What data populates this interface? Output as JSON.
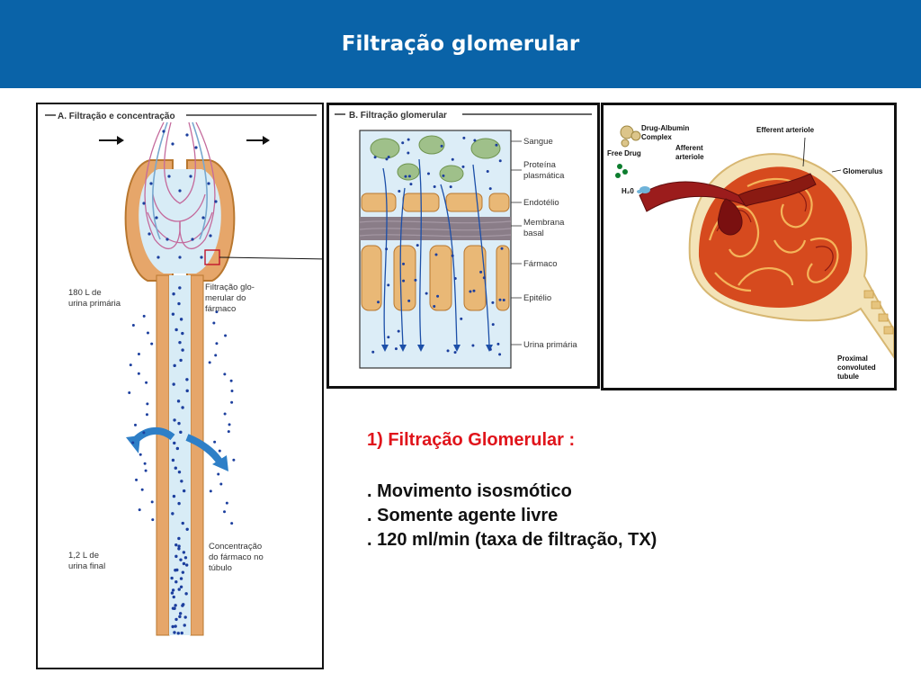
{
  "header": {
    "title": "Filtração glomerular",
    "bg_color": "#0a63a8"
  },
  "figA": {
    "title": "A. Filtração e concentração",
    "label_primary": [
      "180 L de",
      "urina primária"
    ],
    "label_filtration": [
      "Filtração glo-",
      "merular do",
      "fármaco"
    ],
    "label_final": [
      "1,2 L de",
      "urina final"
    ],
    "label_concentration": [
      "Concentração",
      "do fármaco no",
      "túbulo"
    ]
  },
  "figB": {
    "title": "B. Filtração glomerular",
    "labels": [
      "Sangue",
      "Proteína",
      "plasmática",
      "Endotélio",
      "Membrana",
      "basal",
      "Fármaco",
      "Epitélio",
      "Urina primária"
    ]
  },
  "figC": {
    "drug_albumin": [
      "Drug-Albumin",
      "Complex"
    ],
    "free_drug": "Free Drug",
    "h2o": "H₂0",
    "afferent": [
      "Afferent",
      "arteriole"
    ],
    "efferent": "Efferent arteriole",
    "glomerulus": "Glomerulus",
    "proximal": [
      "Proximal",
      "convoluted",
      "tubule"
    ]
  },
  "content": {
    "heading": "1) Filtração Glomerular :",
    "bullets": [
      ". Movimento isosmótico",
      ". Somente agente livre",
      ". 120 ml/min (taxa de filtração, TX)"
    ],
    "heading_color": "#e0141b"
  }
}
